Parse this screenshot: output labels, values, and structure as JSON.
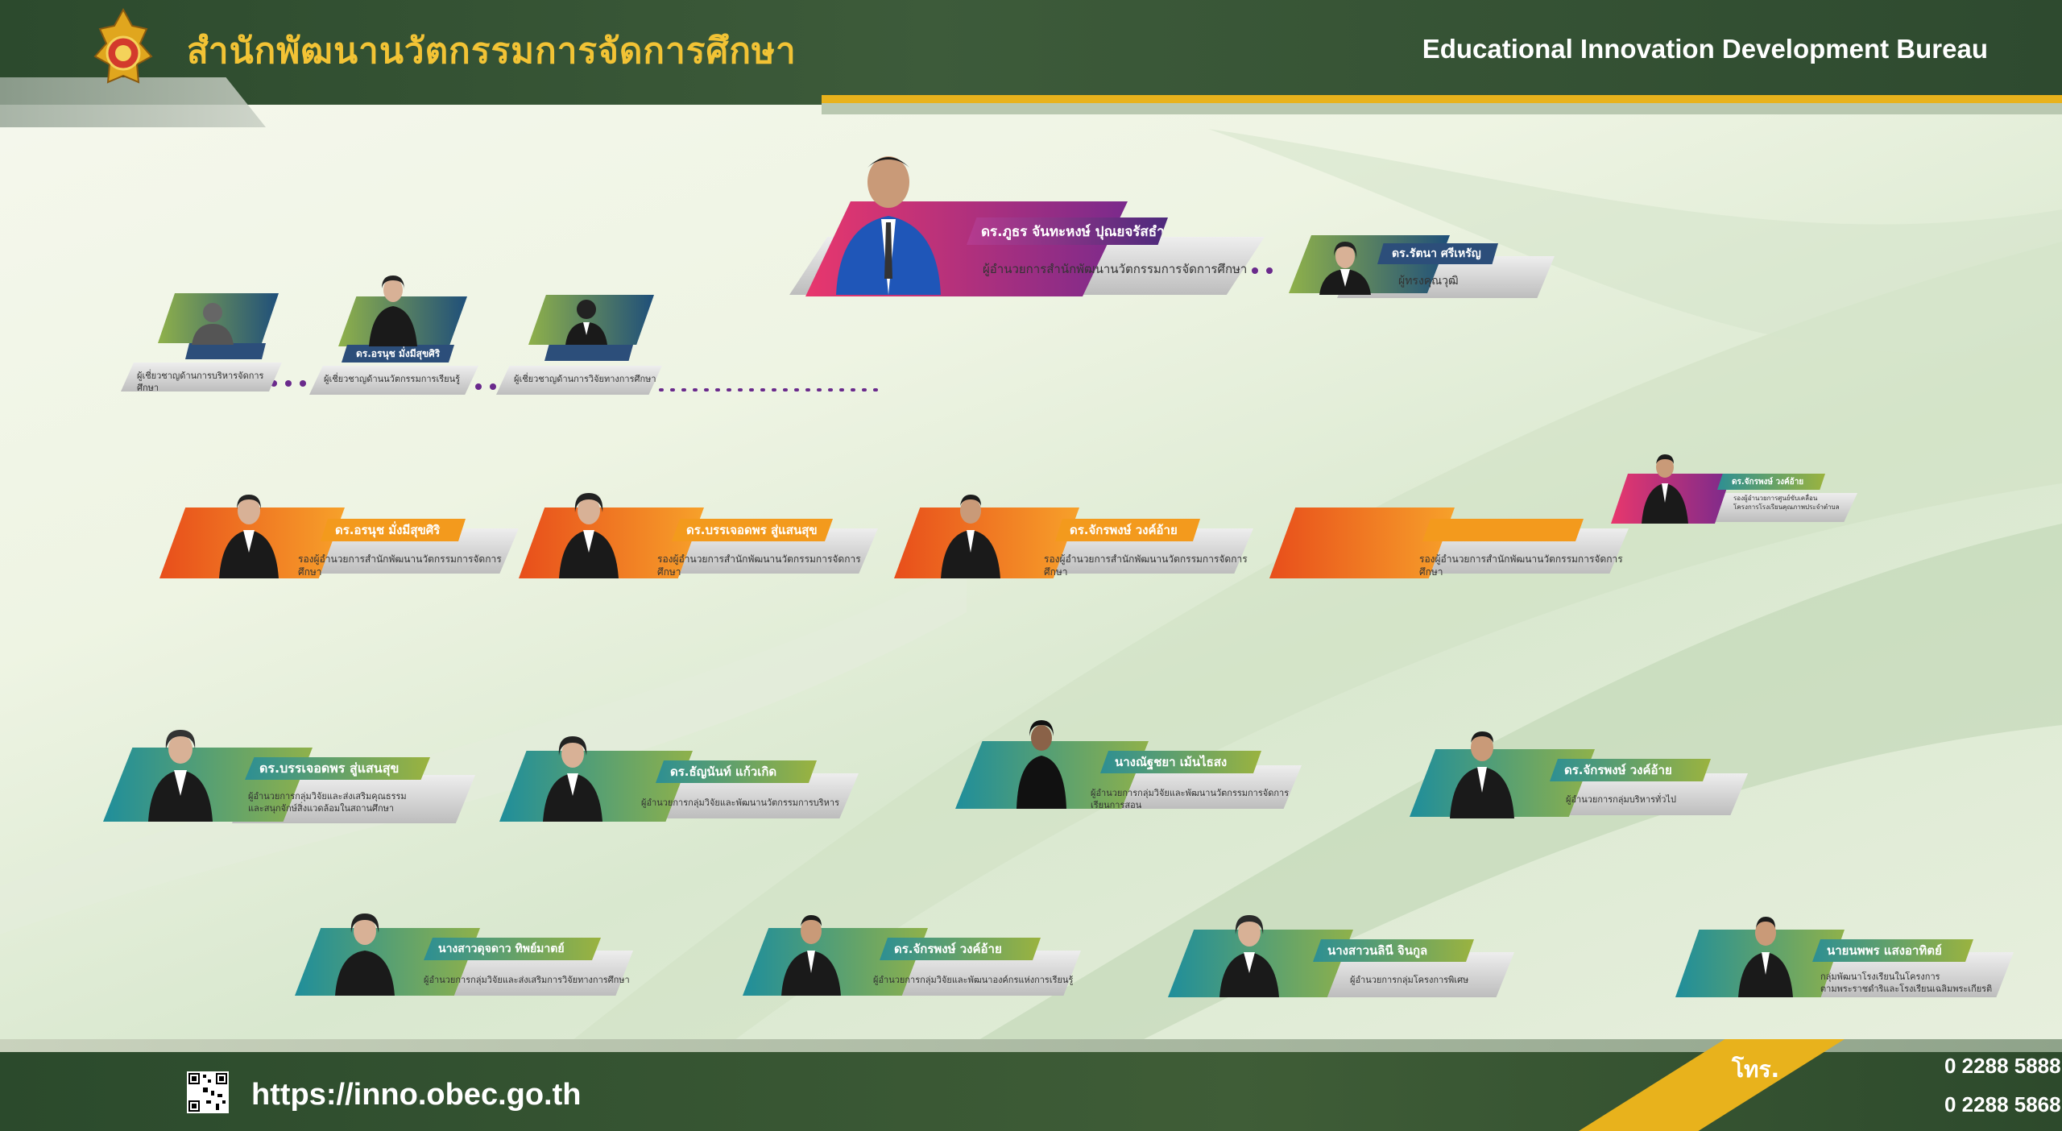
{
  "header": {
    "title_th": "สำนักพัฒนานวัตกรรมการจัดการศึกษา",
    "title_en": "Educational Innovation Development Bureau"
  },
  "director": {
    "name": "ดร.ภูธร จันทะหงษ์ ปุณยจรัสธำรง",
    "role": "ผู้อำนวยการสำนักพัฒนานวัตกรรมการจัดการศึกษา"
  },
  "qualified": {
    "name": "ดร.รัตนา ศรีเหรัญ",
    "role": "ผู้ทรงคุณวุฒิ"
  },
  "experts": [
    {
      "name": "",
      "role": "ผู้เชี่ยวชาญด้านการบริหารจัดการศึกษา"
    },
    {
      "name": "ดร.อรนุช มั่งมีสุขศิริ",
      "role": "ผู้เชี่ยวชาญด้านนวัตกรรมการเรียนรู้"
    },
    {
      "name": "",
      "role": "ผู้เชี่ยวชาญด้านการวิจัยทางการศึกษา"
    }
  ],
  "deputies": [
    {
      "name": "ดร.อรนุช มั่งมีสุขศิริ",
      "role": "รองผู้อำนวยการสำนักพัฒนานวัตกรรมการจัดการศึกษา"
    },
    {
      "name": "ดร.บรรเจอดพร สู่แสนสุข",
      "role": "รองผู้อำนวยการสำนักพัฒนานวัตกรรมการจัดการศึกษา"
    },
    {
      "name": "ดร.จักรพงษ์ วงค์อ้าย",
      "role": "รองผู้อำนวยการสำนักพัฒนานวัตกรรมการจัดการศึกษา"
    },
    {
      "name": "",
      "role": "รองผู้อำนวยการสำนักพัฒนานวัตกรรมการจัดการศึกษา"
    }
  ],
  "center_head": {
    "name": "ดร.จักรพงษ์ วงค์อ้าย",
    "role": "รองผู้อำนวยการศูนย์ขับเคลื่อน\nโครงการโรงเรียนคุณภาพประจำตำบล"
  },
  "groups_row1": [
    {
      "name": "ดร.บรรเจอดพร สู่แสนสุข",
      "role": "ผู้อำนวยการกลุ่มวิจัยและส่งเสริมคุณธรรม\nและสนุกจักษ์สิ่งแวดล้อมในสถานศึกษา"
    },
    {
      "name": "ดร.ธัญนันท์ แก้วเกิด",
      "role": "ผู้อำนวยการกลุ่มวิจัยและพัฒนานวัตกรรมการบริหาร"
    },
    {
      "name": "นางณัฐชยา เม้นไธสง",
      "role": "ผู้อำนวยการกลุ่มวิจัยและพัฒนานวัตกรรมการจัดการเรียนการสอน"
    },
    {
      "name": "ดร.จักรพงษ์ วงค์อ้าย",
      "role": "ผู้อำนวยการกลุ่มบริหารทั่วไป"
    }
  ],
  "groups_row2": [
    {
      "name": "นางสาวดุจดาว ทิพย์มาตย์",
      "role": "ผู้อำนวยการกลุ่มวิจัยและส่งเสริมการวิจัยทางการศึกษา"
    },
    {
      "name": "ดร.จักรพงษ์ วงค์อ้าย",
      "role": "ผู้อำนวยการกลุ่มวิจัยและพัฒนาองค์กรแห่งการเรียนรู้"
    },
    {
      "name": "นางสาวนลินี จินกูล",
      "role": "ผู้อำนวยการกลุ่มโครงการพิเศษ"
    },
    {
      "name": "นายนพพร แสงอาทิตย์",
      "role": "กลุ่มพัฒนาโรงเรียนในโครงการ\nตามพระราชดำริและโรงเรียนเฉลิมพระเกียรติ"
    }
  ],
  "footer": {
    "url": "https://inno.obec.go.th",
    "tel_label": "โทร.",
    "tel1": "0 2288 5888",
    "tel2": "0 2288 5868"
  },
  "colors": {
    "header_green": "#2c4a2d",
    "gold": "#e8b21c",
    "line_gradient_start": "#e8376d",
    "line_gradient_end": "#6a2a8c"
  }
}
